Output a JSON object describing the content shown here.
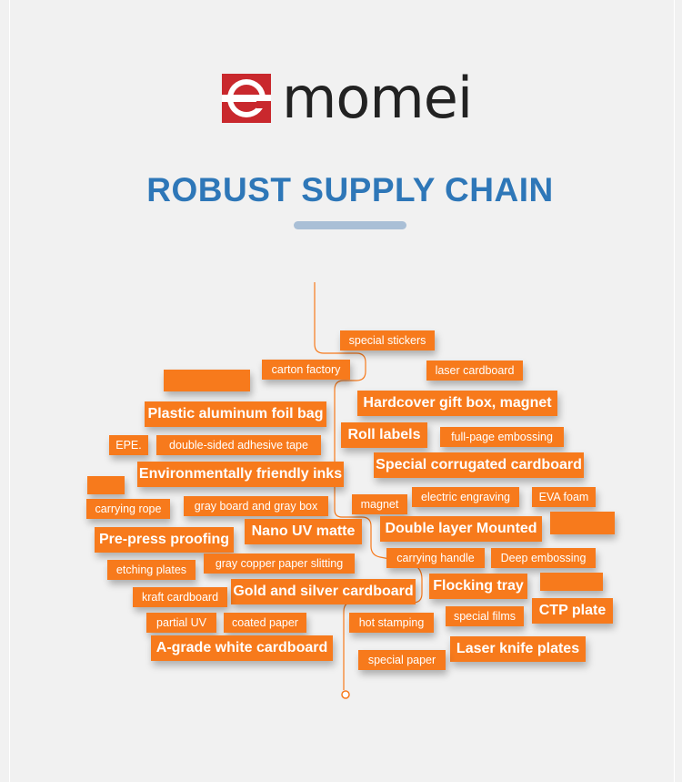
{
  "brand": {
    "name": "momei",
    "logo_icon": "momei-logo-icon",
    "colors": {
      "red": "#c9282d",
      "text": "#222222"
    }
  },
  "heading": {
    "title": "ROBUST SUPPLY CHAIN",
    "color": "#2e77b8"
  },
  "colors": {
    "tag": "#f77a1c",
    "line": "#f77a1c",
    "accent_bar": "#a9bfd6"
  },
  "tags": {
    "special_stickers": "special stickers",
    "carton_factory": "carton factory",
    "laser_cardboard": "laser cardboard",
    "hardcover_gift_box": "Hardcover gift box, magnet",
    "plastic_aluminum_foil_bag": "Plastic aluminum foil bag",
    "roll_labels": "Roll labels",
    "full_page_embossing": "full-page embossing",
    "epe": "EPE.",
    "double_sided_tape": "double-sided adhesive tape",
    "special_corrugated_cardboard": "Special corrugated cardboard",
    "environmentally_friendly_inks": "Environmentally friendly inks",
    "magnet": "magnet",
    "electric_engraving": "electric engraving",
    "eva_foam": "EVA foam",
    "carrying_rope": "carrying rope",
    "gray_board": "gray board and gray box",
    "double_layer_mounted": "Double layer Mounted",
    "nano_uv_matte": "Nano UV matte",
    "pre_press_proofing": "Pre-press proofing",
    "carrying_handle": "carrying handle",
    "deep_embossing": "Deep embossing",
    "gray_copper_paper_slitting": "gray copper paper slitting",
    "etching_plates": "etching plates",
    "flocking_tray": "Flocking tray",
    "gold_silver_cardboard": "Gold and silver cardboard",
    "kraft_cardboard": "kraft cardboard",
    "ctp_plate": "CTP plate",
    "special_films": "special films",
    "partial_uv": "partial UV",
    "coated_paper": "coated paper",
    "hot_stamping": "hot stamping",
    "a_grade_white_cardboard": "A-grade white cardboard",
    "laser_knife_plates": "Laser knife plates",
    "special_paper": "special paper"
  }
}
